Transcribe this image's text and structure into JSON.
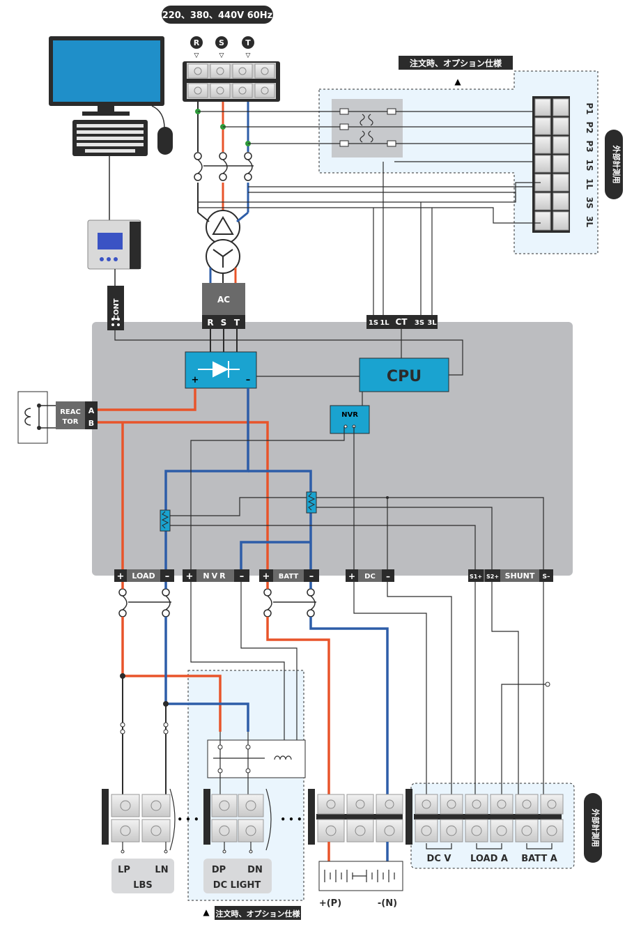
{
  "supply": {
    "voltage": "220、380、440V 60Hz",
    "phases": [
      "R",
      "S",
      "T"
    ]
  },
  "option_note_top": "注文時、オプション仕様",
  "option_note_bottom": "注文時、オプション仕様",
  "external_meter_label": "外部計測用",
  "ext_terminals": [
    "P1",
    "P2",
    "P3",
    "1S",
    "1L",
    "3S",
    "3L"
  ],
  "cont_label": "CONT",
  "ac": {
    "label": "AC",
    "terms": [
      "R",
      "S",
      "T"
    ]
  },
  "ct": {
    "terms": [
      "1S",
      "1L",
      "CT",
      "3S",
      "3L"
    ]
  },
  "cpu_label": "CPU",
  "nvr_label": "NVR",
  "reactor": {
    "label_line1": "REAC",
    "label_line2": "TOR",
    "a": "A",
    "b": "B"
  },
  "rect_plus": "+",
  "rect_minus": "–",
  "bottom_terms": {
    "load": {
      "plus": "+",
      "label": "LOAD",
      "minus": "–"
    },
    "nvr": {
      "plus": "+",
      "label": "NVR",
      "minus": "–"
    },
    "batt": {
      "plus": "+",
      "label": "BATT",
      "minus": "–"
    },
    "dc": {
      "plus": "+",
      "label": "DC",
      "minus": "–"
    },
    "shunt": {
      "s1": "S1+",
      "s2": "S2+",
      "label": "SHUNT",
      "sminus": "S–"
    }
  },
  "lbs": {
    "lp": "LP",
    "ln": "LN",
    "name": "LBS"
  },
  "dclight": {
    "dp": "DP",
    "dn": "DN",
    "name": "DC LIGHT"
  },
  "battery": {
    "plus": "+(P)",
    "minus": "-(N)"
  },
  "meter_groups": [
    "DC V",
    "LOAD A",
    "BATT A"
  ],
  "ellipsis": "• • •",
  "colors": {
    "red": "#e8542a",
    "blue": "#2d5da8",
    "panel": "#bbbcbf",
    "cyan": "#1aa3d0",
    "dark": "#2b2b2b",
    "green": "#2e9a3a"
  }
}
